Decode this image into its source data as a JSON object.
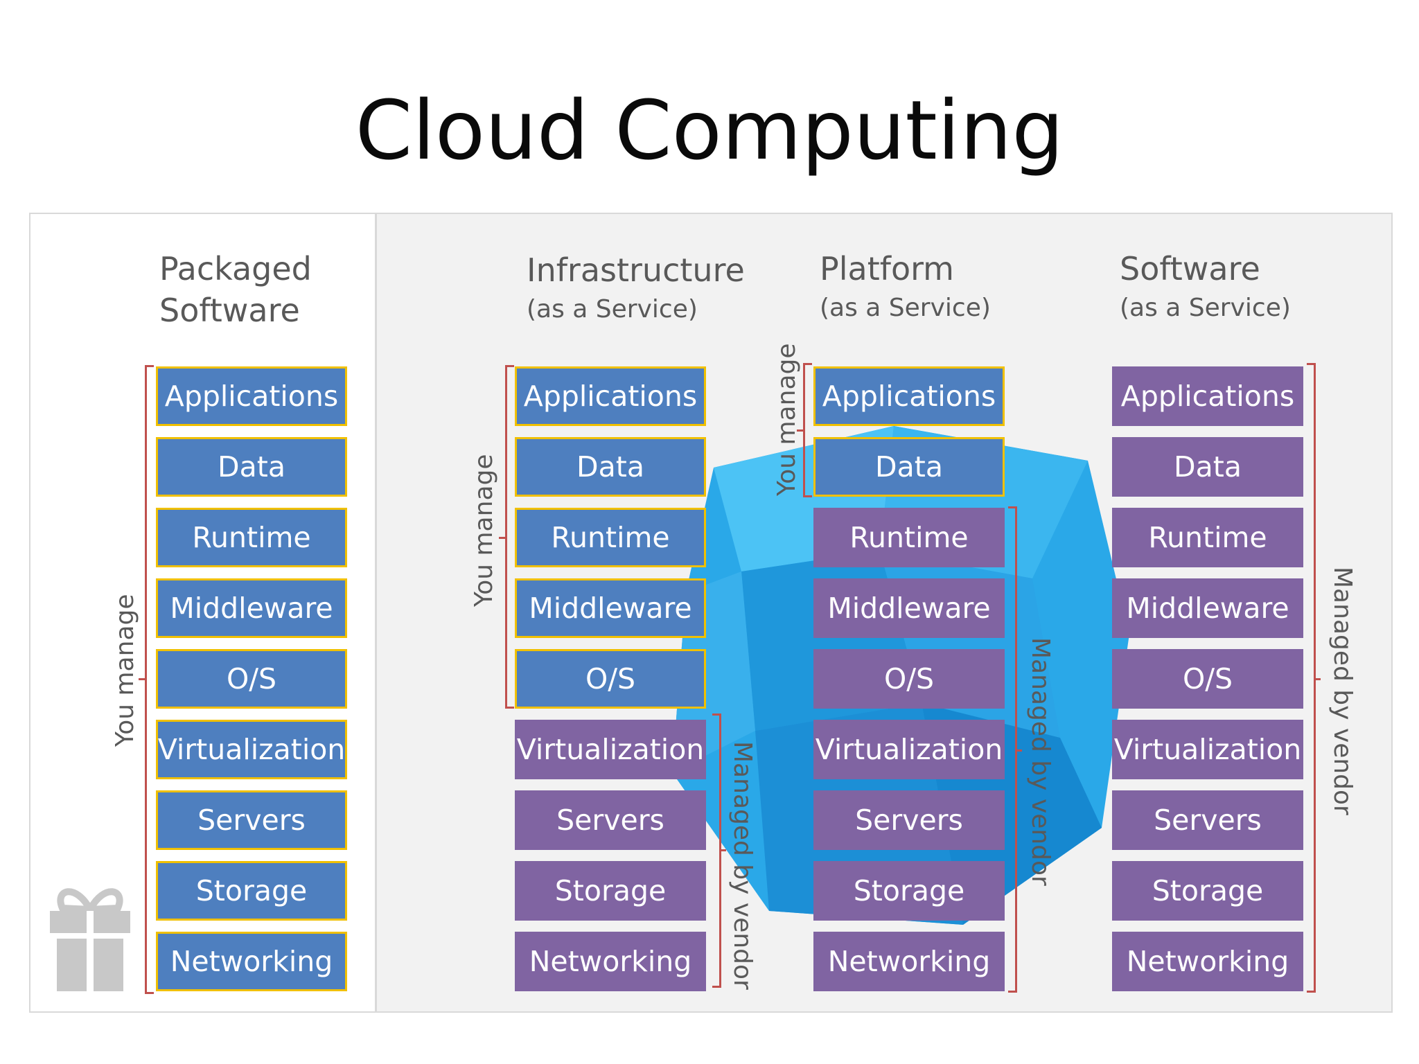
{
  "title": "Cloud Computing",
  "colors": {
    "customer": "#4e7fbf",
    "vendor": "#8064a2",
    "bracket": "#c0504d",
    "outline": "#f0c000"
  },
  "columns": [
    {
      "heading1": "Packaged",
      "heading2": "Software",
      "subheading": "",
      "customer_label": "You manage",
      "vendor_label": ""
    },
    {
      "heading1": "Infrastructure",
      "heading2": "",
      "subheading": "(as a Service)",
      "customer_label": "You manage",
      "vendor_label": "Managed by vendor"
    },
    {
      "heading1": "Platform",
      "heading2": "",
      "subheading": "(as a Service)",
      "customer_label": "You manage",
      "vendor_label": "Managed by vendor"
    },
    {
      "heading1": "Software",
      "heading2": "",
      "subheading": "(as a Service)",
      "customer_label": "",
      "vendor_label": "Managed by vendor"
    }
  ],
  "layers": [
    "Applications",
    "Data",
    "Runtime",
    "Middleware",
    "O/S",
    "Virtualization",
    "Servers",
    "Storage",
    "Networking"
  ],
  "managed_by_you_count": [
    9,
    5,
    2,
    0
  ]
}
